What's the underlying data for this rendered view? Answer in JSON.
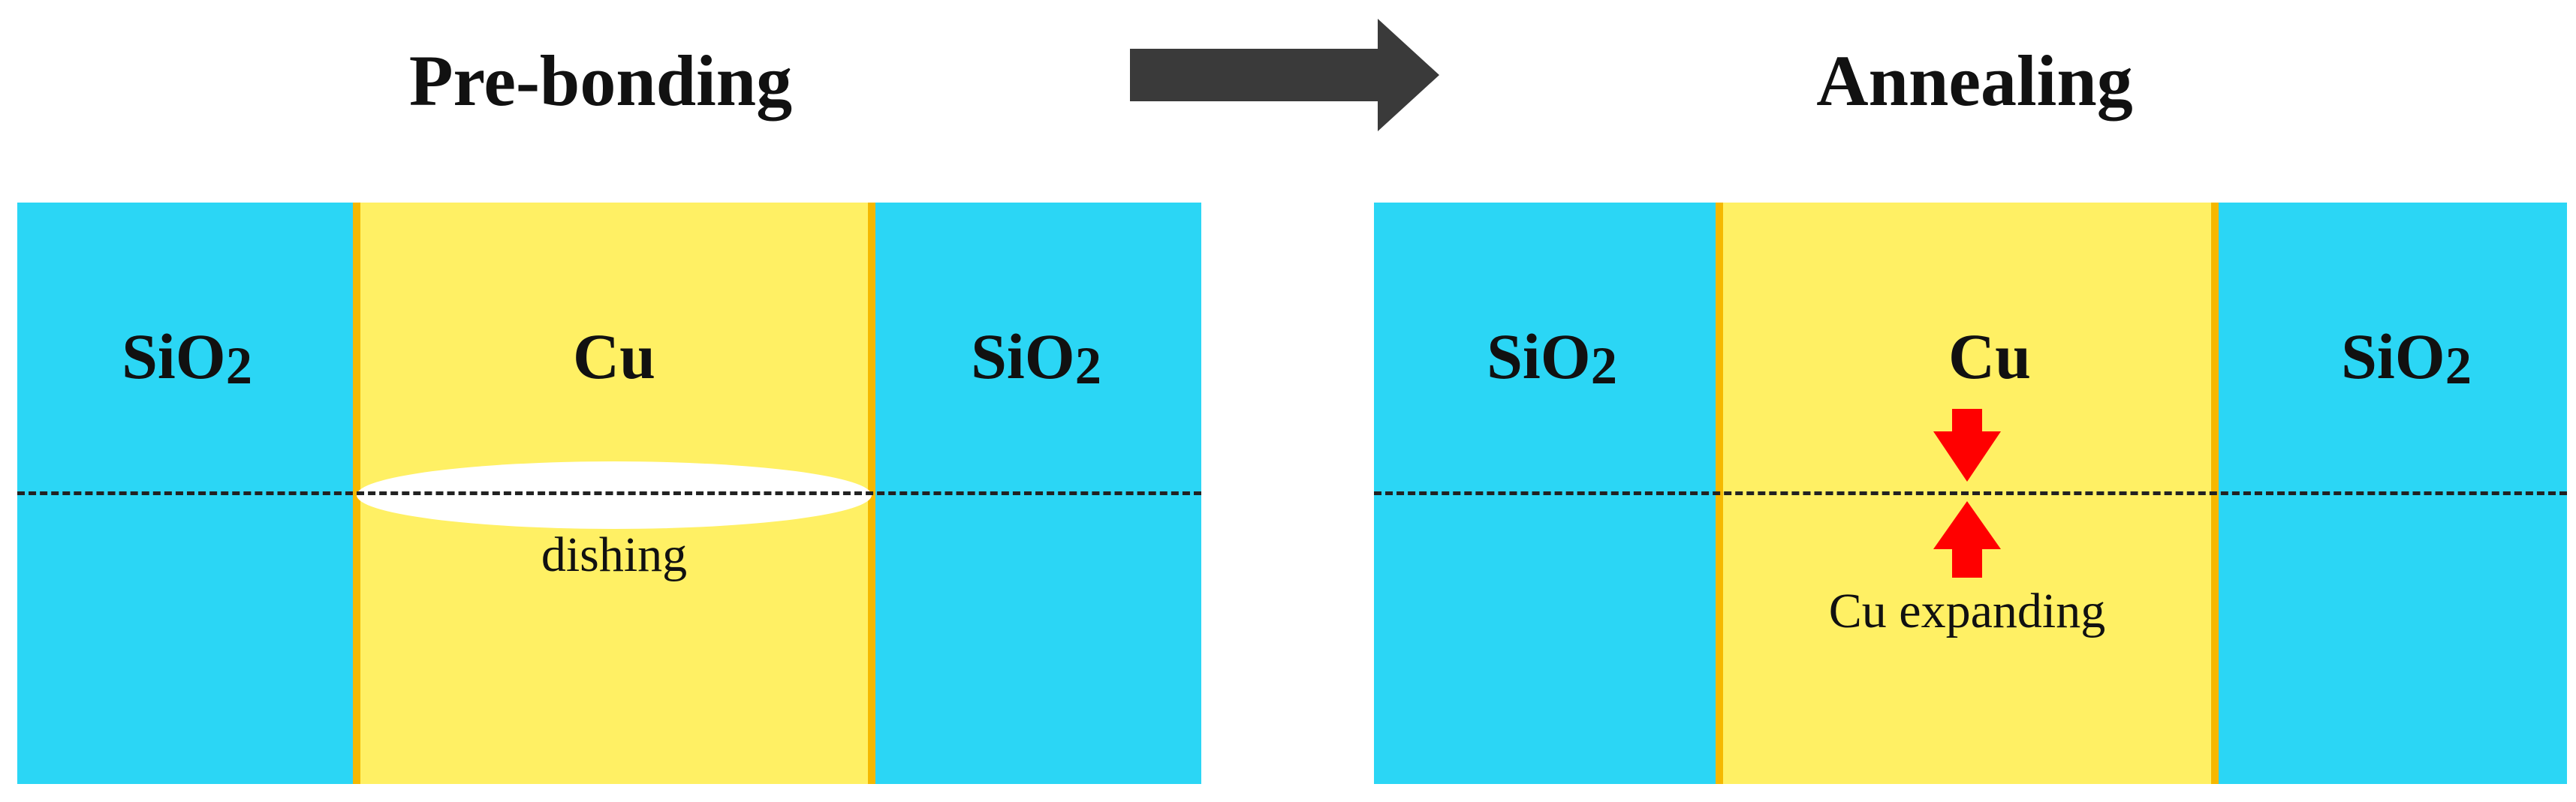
{
  "titles": {
    "left": "Pre-bonding",
    "right": "Annealing"
  },
  "arrow_icon": "right-arrow-icon",
  "colors": {
    "oxide": "#2bd6f5",
    "copper": "#fff064",
    "edge": "#f5b800",
    "arrow": "#3a3a3a",
    "expansion_arrow": "#ff0000"
  },
  "pre_bonding": {
    "left_label_main": "SiO",
    "left_label_sub": "2",
    "center_label": "Cu",
    "right_label_main": "SiO",
    "right_label_sub": "2",
    "annotation": "dishing"
  },
  "annealing": {
    "left_label_main": "SiO",
    "left_label_sub": "2",
    "center_label": "Cu",
    "right_label_main": "SiO",
    "right_label_sub": "2",
    "annotation": "Cu expanding"
  }
}
